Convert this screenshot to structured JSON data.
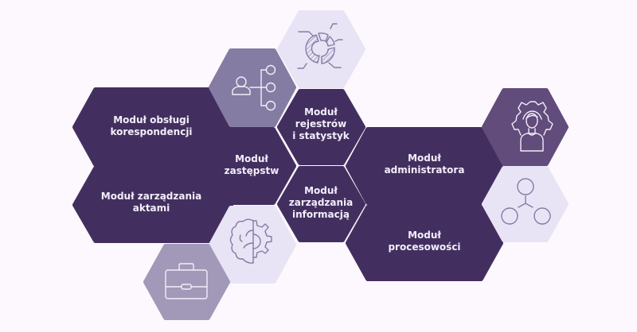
{
  "colors": {
    "background": "#fcf8fe",
    "module_dark": "#432f5f",
    "icon_medium": "#857ca3",
    "icon_light": "#e9e3f6",
    "icon_purple": "#614c7c",
    "icon_lavender": "#a199b7",
    "label_text": "#f2eefa"
  },
  "modules": [
    {
      "id": "korespondencja",
      "lines": [
        "Moduł obsługi",
        "korespondencji"
      ]
    },
    {
      "id": "akta",
      "lines": [
        "Moduł zarządzania",
        "aktami"
      ]
    },
    {
      "id": "zastepstwa",
      "lines": [
        "Moduł",
        "zastępstw"
      ]
    },
    {
      "id": "rejestry",
      "lines": [
        "Moduł",
        "rejestrów",
        "i statystyk"
      ]
    },
    {
      "id": "informacja",
      "lines": [
        "Moduł",
        "zarządzania",
        "informacją"
      ]
    },
    {
      "id": "administrator",
      "lines": [
        "Moduł",
        "administratora"
      ]
    },
    {
      "id": "procesowosc",
      "lines": [
        "Moduł",
        "procesowości"
      ]
    }
  ],
  "icons": [
    {
      "id": "org-chart",
      "name": "org-chart-icon"
    },
    {
      "id": "pie-chart",
      "name": "donut-chart-icon"
    },
    {
      "id": "brain-gear",
      "name": "brain-gear-icon"
    },
    {
      "id": "briefcase",
      "name": "briefcase-icon"
    },
    {
      "id": "user-gear",
      "name": "user-gear-icon"
    },
    {
      "id": "network",
      "name": "network-nodes-icon"
    }
  ]
}
